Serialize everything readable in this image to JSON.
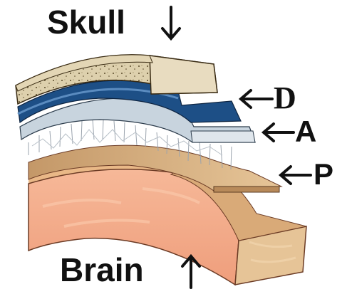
{
  "labels": {
    "skull": "Skull",
    "brain": "Brain",
    "dura": "D",
    "arachnoid": "A",
    "pia": "P"
  },
  "colors": {
    "skull_bone": "#ddd0ad",
    "skull_top": "#e8dcc0",
    "dura": "#1d4f86",
    "arachnoid": "#c8d4de",
    "subarachnoid": "#ffffff",
    "pia": "#a87a4c",
    "brain": "#f3b090",
    "brain_side": "#e9c898"
  }
}
